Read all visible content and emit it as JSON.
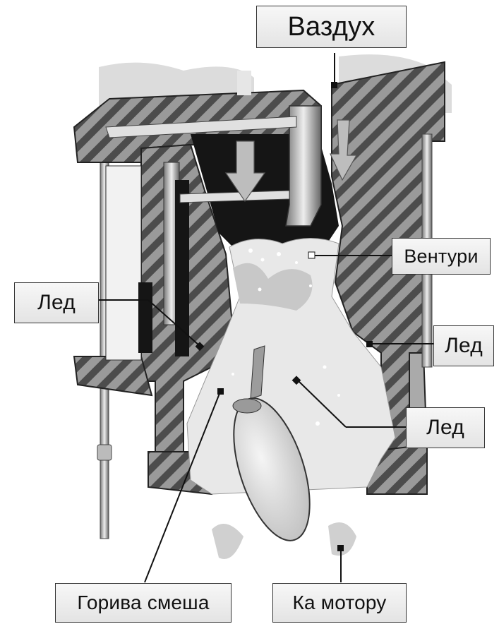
{
  "labels": {
    "air": "Ваздух",
    "venturi": "Вентури",
    "ice_left": "Лед",
    "ice_right_upper": "Лед",
    "ice_right_lower": "Лед",
    "fuel_mixture": "Горива смеша",
    "to_engine": "Ка мотору"
  },
  "colors": {
    "wall": "#8c8c8c",
    "hatch": "#4a4a4a",
    "ice": "#e9e9e9",
    "dark_interior": "#151515",
    "label_border": "#333333"
  }
}
